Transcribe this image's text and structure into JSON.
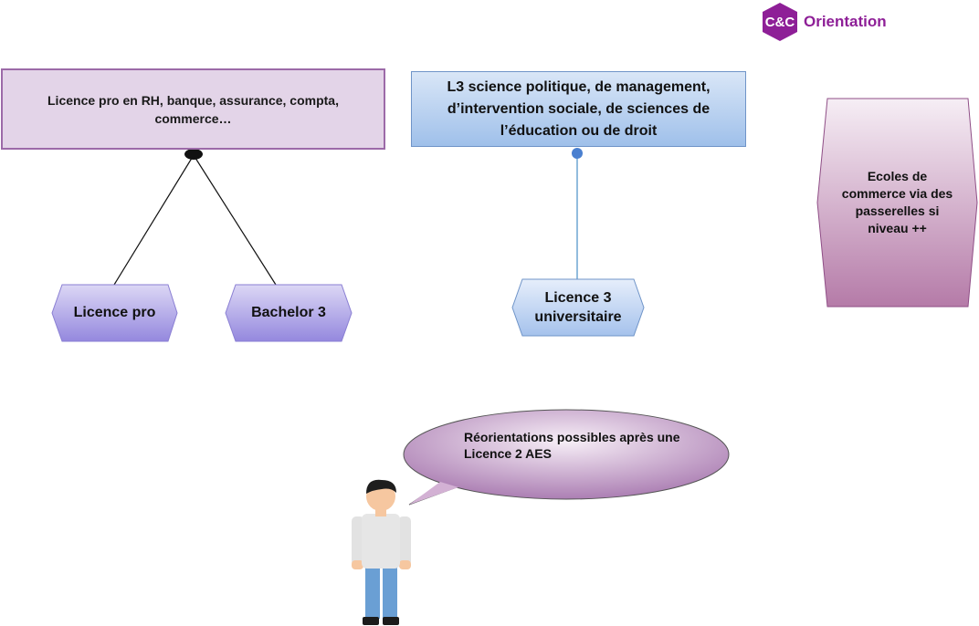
{
  "brand": {
    "logo_text": "C&C",
    "name": "Orientation",
    "color": "#8e1f97"
  },
  "boxes": {
    "licence_pro_rh": "Licence pro en RH, banque, assurance, compta, commerce…",
    "l3_science": "L3 science politique, de management, d’intervention sociale, de sciences de l’éducation ou de droit",
    "ecoles": "Ecoles de commerce via des passerelles si niveau ++"
  },
  "nodes": {
    "licence_pro": "Licence pro",
    "bachelor_3": "Bachelor 3",
    "licence_3_univ": "Licence 3 universitaire"
  },
  "speech": {
    "text": "Réorientations possibles après une Licence 2 AES"
  },
  "icons": [
    "person-icon",
    "speech-bubble-icon"
  ],
  "colors": {
    "purple_box": "#e3d4e8",
    "blue_box": "#9fc0ea",
    "hex_node": "#9a8ee0",
    "pink_hex": "#b883ab"
  }
}
